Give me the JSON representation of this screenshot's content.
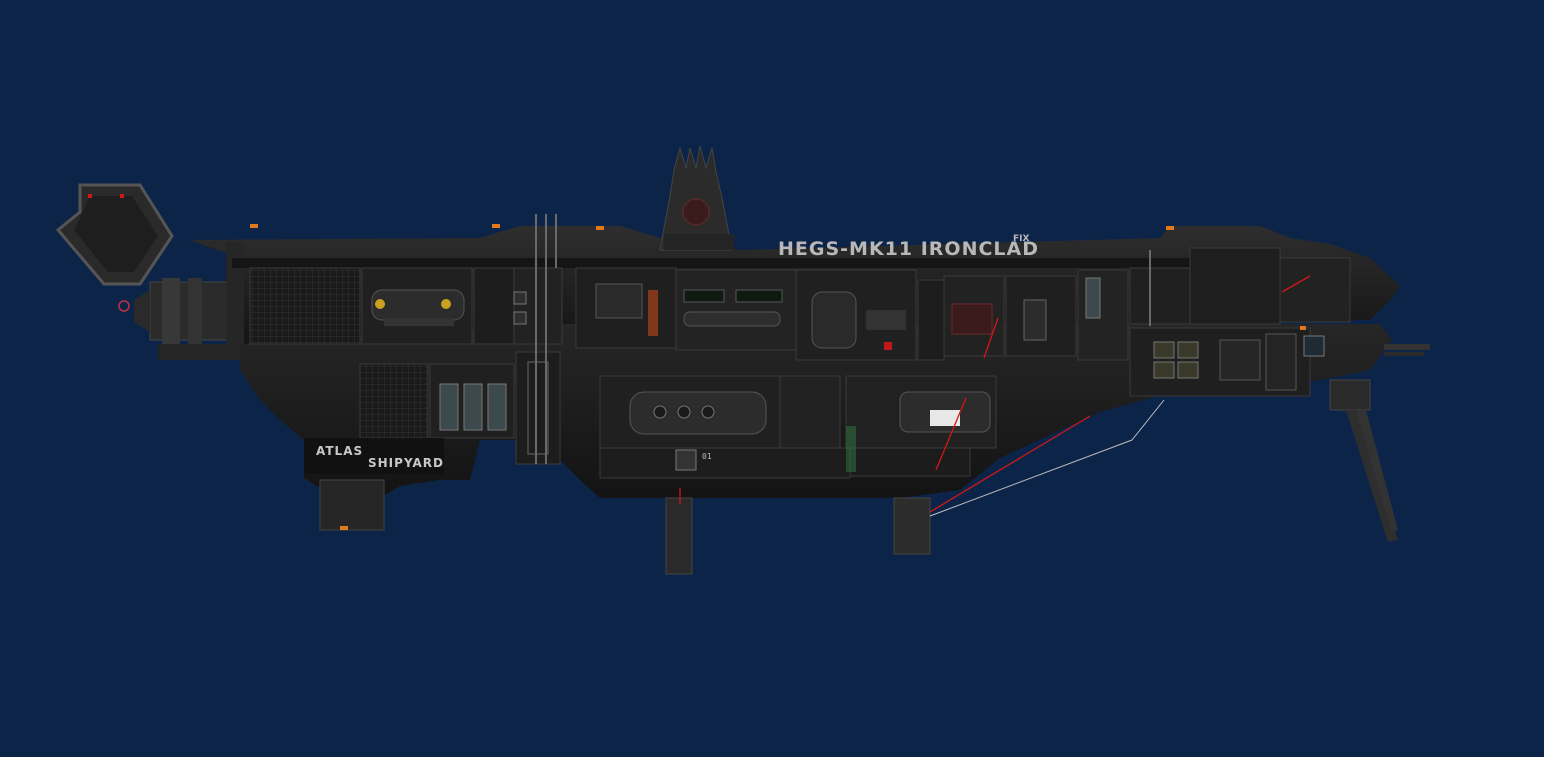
{
  "ship": {
    "name": "HEGS-MK11 IRONCLAD",
    "name_superscript": "FIX",
    "shipyard_line1": "ATLAS",
    "shipyard_line2": "SHIPYARD",
    "room_tag": "01"
  },
  "colors": {
    "background": "#0d2449",
    "hull": "#1c1c1c",
    "accent_red": "#d01818",
    "accent_orange": "#e07a1c",
    "screen_green": "#7fe07f"
  }
}
